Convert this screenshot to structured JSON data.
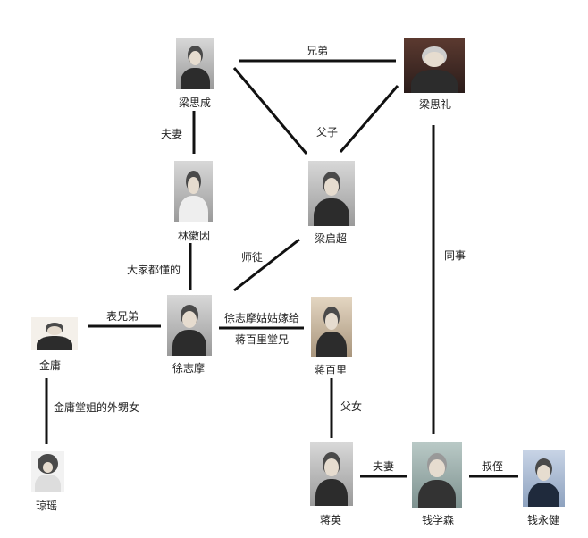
{
  "people": {
    "liang_sicheng": "梁思成",
    "liang_sili": "梁思礼",
    "liang_qichao": "梁启超",
    "lin_huiyin": "林徽因",
    "xu_zhimo": "徐志摩",
    "jin_yong": "金庸",
    "jiang_baili": "蒋百里",
    "qiong_yao": "琼瑶",
    "jiang_ying": "蒋英",
    "qian_xuesen": "钱学森",
    "qian_yongjian": "钱永健"
  },
  "relations": {
    "brothers": "兄弟",
    "father_son": "父子",
    "husband_wife_1": "夫妻",
    "everyone_knows": "大家都懂的",
    "master_disciple": "师徒",
    "cousins": "表兄弟",
    "xu_jiang_top": "徐志摩姑姑嫁给",
    "xu_jiang_bottom": "蒋百里堂兄",
    "colleagues": "同事",
    "father_daughter": "父女",
    "jin_qiong": "金庸堂姐的外甥女",
    "husband_wife_2": "夫妻",
    "uncle_nephew": "叔侄"
  }
}
